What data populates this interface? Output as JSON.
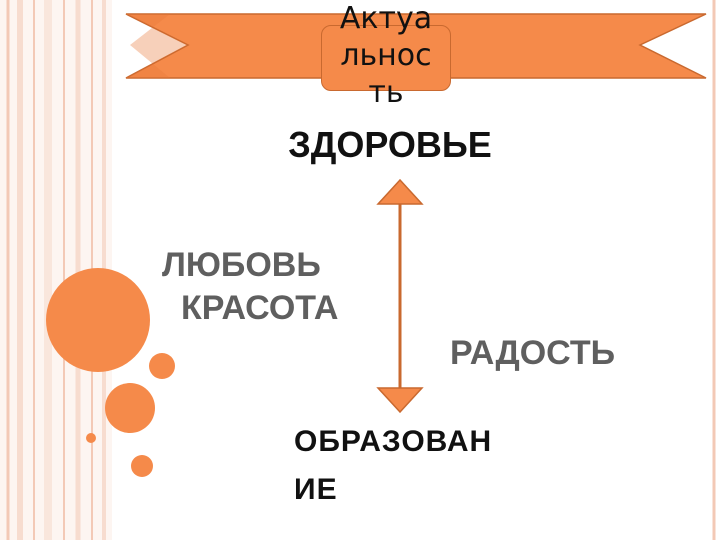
{
  "banner": {
    "title": "Актуа\nльнос\nть"
  },
  "words": {
    "health": "ЗДОРОВЬЕ",
    "love": "ЛЮБОВЬ",
    "beauty": "КРАСОТА",
    "joy": "РАДОСТЬ",
    "education": "ОБРАЗОВАН\nИЕ"
  },
  "colors": {
    "accent": "#f58a4a",
    "arrow": "#c9692f",
    "stripe": "#f3c9b6",
    "gray_text": "#5f5f5f"
  }
}
